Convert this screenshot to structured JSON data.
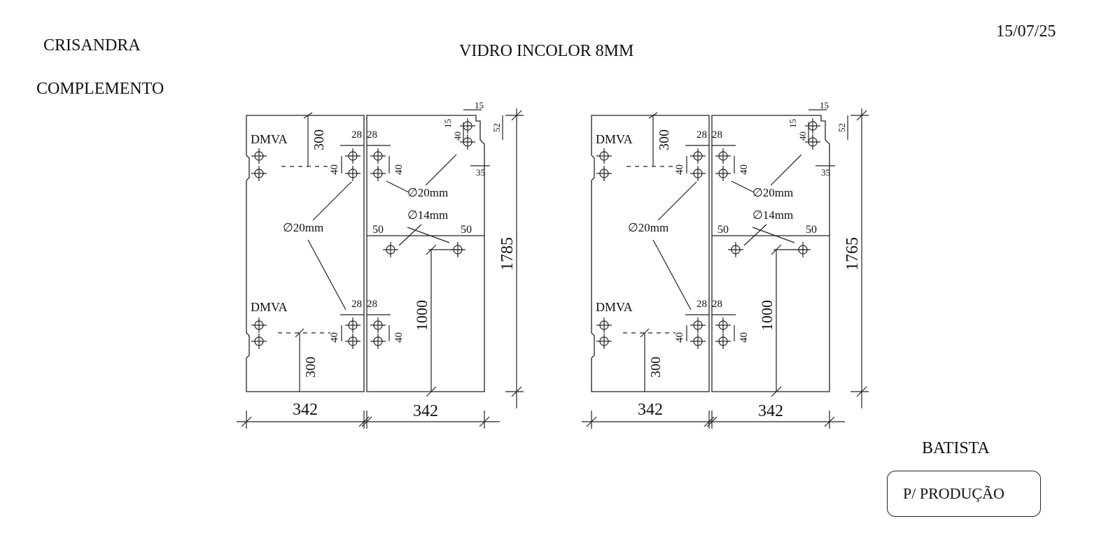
{
  "header": {
    "client": "CRISANDRA",
    "type": "COMPLEMENTO",
    "title": "VIDRO INCOLOR 8MM",
    "date": "15/07/25"
  },
  "footer": {
    "author": "BATISTA",
    "stamp": "P/ PRODUÇÃO"
  },
  "drawings": [
    {
      "width_left": "342",
      "width_right": "342",
      "height": "1785",
      "hinge_label_top": "DMVA",
      "hinge_label_bottom": "DMVA",
      "hinge_offset_top": "300",
      "hinge_offset_bottom": "300",
      "hole_spacing_h": "28",
      "hole_spacing_v": "40",
      "hole_diameter_large": "∅20mm",
      "hole_diameter_small": "∅14mm",
      "handle_offset": "50",
      "handle_height": "1000",
      "corner_x": "15",
      "corner_y": "15",
      "corner_52": "52",
      "corner_35": "35",
      "corner_40": "40"
    },
    {
      "width_left": "342",
      "width_right": "342",
      "height": "1765",
      "hinge_label_top": "DMVA",
      "hinge_label_bottom": "DMVA",
      "hinge_offset_top": "300",
      "hinge_offset_bottom": "300",
      "hole_spacing_h": "28",
      "hole_spacing_v": "40",
      "hole_diameter_large": "∅20mm",
      "hole_diameter_small": "∅14mm",
      "handle_offset": "50",
      "handle_height": "1000",
      "corner_x": "15",
      "corner_y": "15",
      "corner_52": "52",
      "corner_35": "35",
      "corner_40": "40"
    }
  ]
}
